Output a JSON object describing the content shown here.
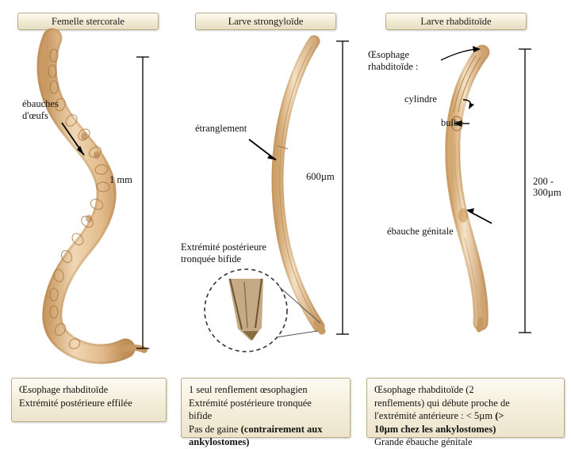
{
  "panels": [
    {
      "id": "femelle-stercorale",
      "title": "Femelle stercorale",
      "labels": [
        {
          "name": "ebauches-oeufs",
          "text": "ébauches\nd'œufs"
        }
      ],
      "measure": "1 mm",
      "caption": {
        "line1": "Œsophage rhabditoïde",
        "line2": "Extrémité postérieure effilée"
      }
    },
    {
      "id": "larve-strongyloide",
      "title": "Larve strongyloïde",
      "labels": [
        {
          "name": "etranglement",
          "text": "étranglement"
        },
        {
          "name": "extremite-posterieure",
          "text": "Extrémité postérieure\ntronquée bifide"
        }
      ],
      "measure": "600µm",
      "caption": {
        "line1": "1 seul renflement œsophagien",
        "line2": "Extrémité postérieure tronquée",
        "line3": "bifide",
        "line4_plain": "Pas de gaine ",
        "line4_bold": "(contrairement aux",
        "line5_bold": "ankylostomes)"
      }
    },
    {
      "id": "larve-rhabditoide",
      "title": "Larve rhabditoïde",
      "labels": [
        {
          "name": "oesophage-rhabditoide",
          "text": "Œsophage\nrhabditoïde :"
        },
        {
          "name": "cylindre",
          "text": "cylindre"
        },
        {
          "name": "bulbe",
          "text": "bulbe"
        },
        {
          "name": "ebauche-genitale",
          "text": "ébauche génitale"
        }
      ],
      "measure": "200 -\n300µm",
      "caption": {
        "line1": "Œsophage rhabditoïde (2",
        "line2": "renflements) qui débute proche de",
        "line3_plain": "l'extrémité antérieure : < 5µm ",
        "line3_bold": "(>",
        "line4_bold": "10µm chez les ankylostomes)",
        "line5": "Grande ébauche génitale"
      }
    }
  ],
  "colors": {
    "worm_body": "#e0b98a",
    "worm_outline": "#a8763f",
    "worm_light": "#f2dcc0",
    "box_border": "#b9ab86",
    "box_fill": "#f3ecd6",
    "arrow": "#000000"
  }
}
